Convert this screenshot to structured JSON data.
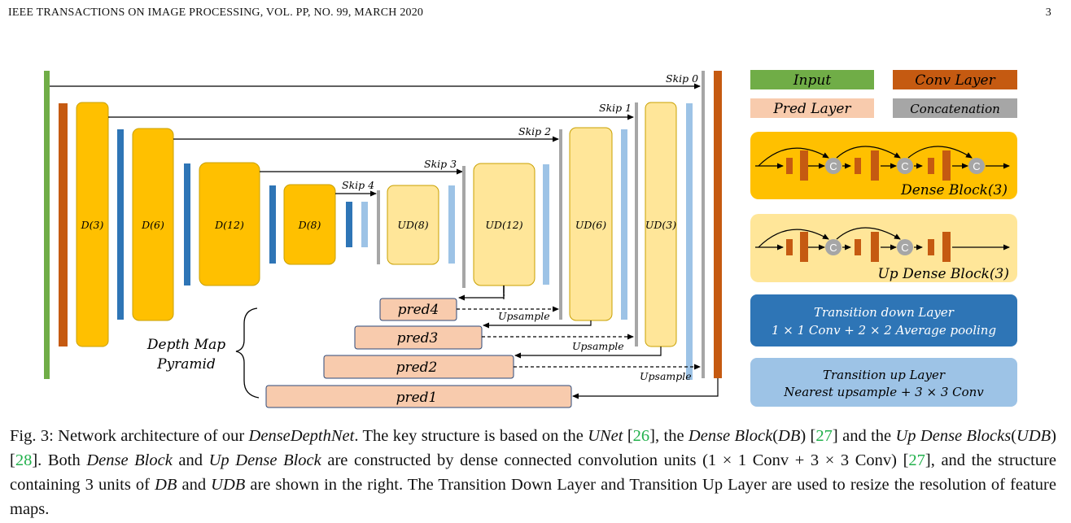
{
  "header": {
    "journal": "IEEE TRANSACTIONS ON IMAGE PROCESSING, VOL. PP, NO. 99, MARCH 2020",
    "page_number": "3"
  },
  "colors": {
    "input": "#70ad47",
    "conv": "#c55a11",
    "dense": "#ffc000",
    "up_dense": "#ffe699",
    "pred": "#f8cbad",
    "concat": "#a6a6a6",
    "transition_down": "#2e75b6",
    "transition_up": "#9dc3e6",
    "cite": "#22b14c"
  },
  "figure": {
    "encoder_blocks": [
      "D(3)",
      "D(6)",
      "D(12)",
      "D(8)"
    ],
    "decoder_blocks": [
      "UD(8)",
      "UD(12)",
      "UD(6)",
      "UD(3)"
    ],
    "skips": [
      "Skip 0",
      "Skip 1",
      "Skip 2",
      "Skip 3",
      "Skip 4"
    ],
    "preds": [
      "pred4",
      "pred3",
      "pred2",
      "pred1"
    ],
    "upsample": [
      "Upsample",
      "Upsample",
      "Upsample"
    ],
    "pyramid_label": [
      "Depth Map",
      "Pyramid"
    ],
    "legend": {
      "input": "Input",
      "conv": "Conv Layer",
      "pred": "Pred Layer",
      "concat": "Concatenation",
      "dense_block": "Dense Block(3)",
      "up_dense_block": "Up Dense Block(3)",
      "transition_down": [
        "Transition down Layer",
        "1 × 1 Conv + 2 × 2 Average pooling"
      ],
      "transition_up": [
        "Transition up Layer",
        "Nearest upsample + 3 × 3 Conv"
      ],
      "node": "C"
    }
  },
  "caption": {
    "label": "Fig. 3: Network architecture of our ",
    "net": "DenseDepthNet",
    "t1": ". The key structure is based on the ",
    "unet": "UNet",
    "t2": " [",
    "c1": "26",
    "t3": "], the ",
    "db": "Dense Block",
    "t4": "(",
    "db_abbr": "DB",
    "t5": ") [",
    "c2": "27",
    "t6": "] and the ",
    "udb": "Up Dense Blocks",
    "t7": "(",
    "udb_abbr": "UDB",
    "t8": ") [",
    "c3": "28",
    "t9": "]. Both ",
    "db2": "Dense Block",
    "t10": " and ",
    "udb2": "Up Dense Block",
    "t11": " are constructed by dense connected convolution units (1 × 1 Conv + 3 × 3 Conv) [",
    "c4": "27",
    "t12": "], and the structure containing 3 units of ",
    "db3": "DB",
    "t13": " and ",
    "udb3": "UDB",
    "t14": " are shown in the right. The Transition Down Layer and Transition Up Layer are used to resize the resolution of feature maps."
  }
}
